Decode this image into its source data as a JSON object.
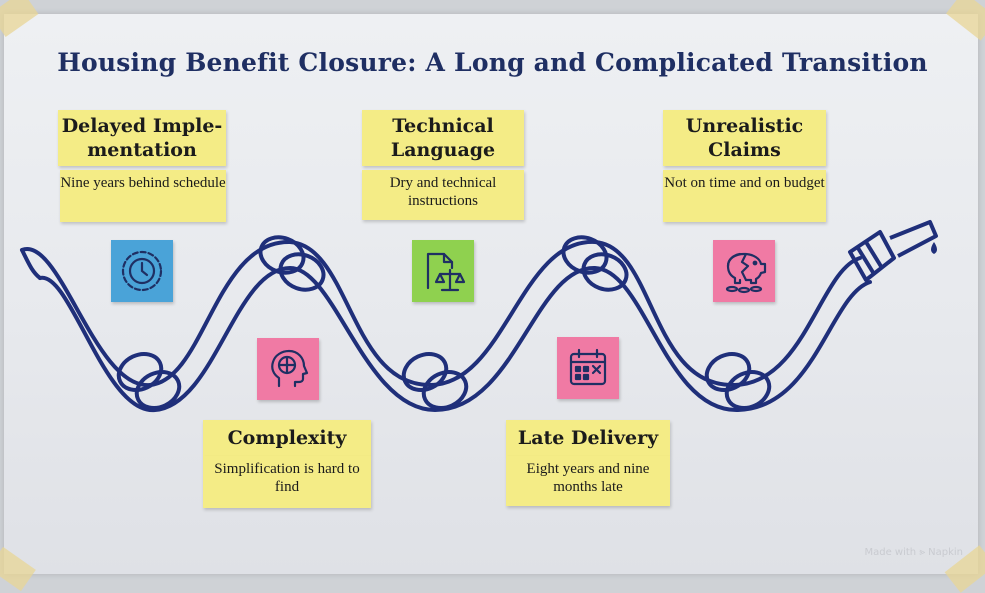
{
  "title": "Housing Benefit Closure: A Long and Complicated Transition",
  "stages": [
    {
      "title": "Delayed Imple-mentation",
      "title_line1": "Delayed Imple-",
      "title_line2": "mentation",
      "text": "Nine years behind schedule",
      "icon": "clock-icon",
      "icon_color": "#4aa3d8"
    },
    {
      "title": "Complexity",
      "text": "Simplification is hard to find",
      "icon": "brain-head-icon",
      "icon_color": "#f07aa4"
    },
    {
      "title": "Technical Language",
      "title_line1": "Technical",
      "title_line2": "Language",
      "text": "Dry and technical instructions",
      "icon": "document-scales-icon",
      "icon_color": "#8fd14f"
    },
    {
      "title": "Late Delivery",
      "text": "Eight years and nine months late",
      "icon": "calendar-icon",
      "icon_color": "#f07aa4"
    },
    {
      "title": "Unrealistic Claims",
      "title_line1": "Unrealistic",
      "title_line2": "Claims",
      "text": "Not on time and on budget",
      "icon": "broken-piggy-bank-icon",
      "icon_color": "#f07aa4"
    }
  ],
  "watermark": "Made with ⪢ Napkin",
  "colors": {
    "note_yellow": "#f4ec86",
    "rope_stroke": "#1f2f7a",
    "title": "#1f2f63"
  }
}
